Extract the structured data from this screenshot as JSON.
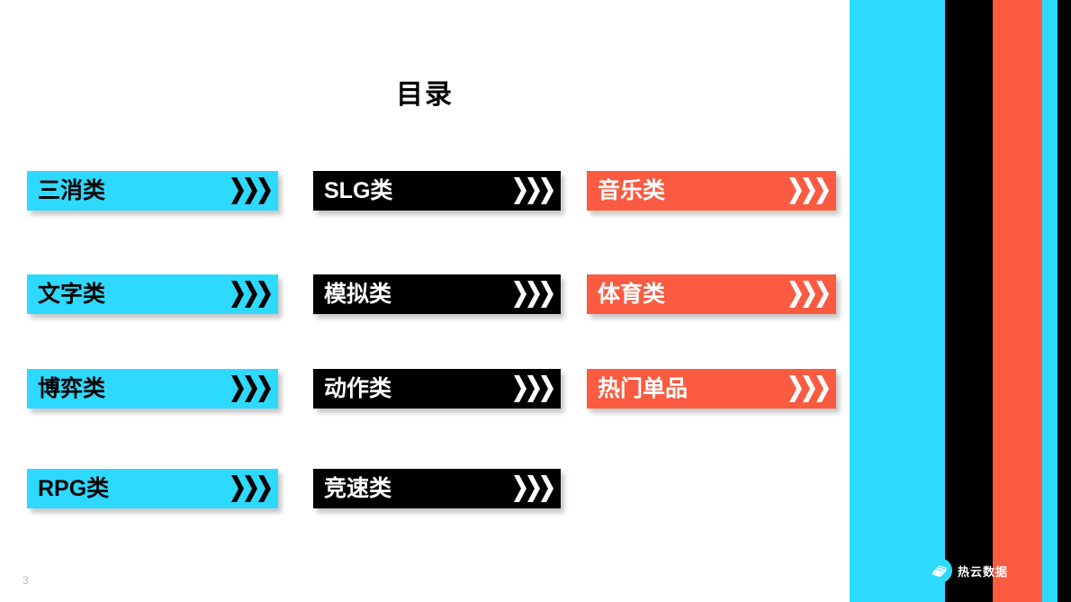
{
  "slide": {
    "title": "目录",
    "page_number": "3",
    "background_color": "#ffffff"
  },
  "theme_colors": {
    "cyan": "#2ed9ff",
    "black": "#000000",
    "orange": "#fa5b41",
    "white": "#ffffff",
    "page_number_gray": "#bdbdbd"
  },
  "menu": {
    "chevron_icon": "triple-chevron-right-icon",
    "columns": [
      {
        "theme": "cyan",
        "items": [
          {
            "label": "三消类"
          },
          {
            "label": "文字类"
          },
          {
            "label": "博弈类"
          },
          {
            "label": "RPG类"
          }
        ]
      },
      {
        "theme": "black",
        "items": [
          {
            "label": "SLG类"
          },
          {
            "label": "模拟类"
          },
          {
            "label": "动作类"
          },
          {
            "label": "竞速类"
          }
        ]
      },
      {
        "theme": "orange",
        "items": [
          {
            "label": "音乐类"
          },
          {
            "label": "体育类"
          },
          {
            "label": "热门单品"
          }
        ]
      }
    ]
  },
  "decor_bars": [
    {
      "name": "bar-cyan-1",
      "color": "#2ed9ff"
    },
    {
      "name": "bar-black-1",
      "color": "#000000"
    },
    {
      "name": "bar-orange",
      "color": "#fa5b41"
    },
    {
      "name": "bar-cyan-2",
      "color": "#2ed9ff"
    },
    {
      "name": "bar-black-2",
      "color": "#000000"
    }
  ],
  "logo": {
    "mark_icon": "reyun-cube-logo-icon",
    "text": "热云数据",
    "mark_bg_color": "#2ed9ff"
  }
}
